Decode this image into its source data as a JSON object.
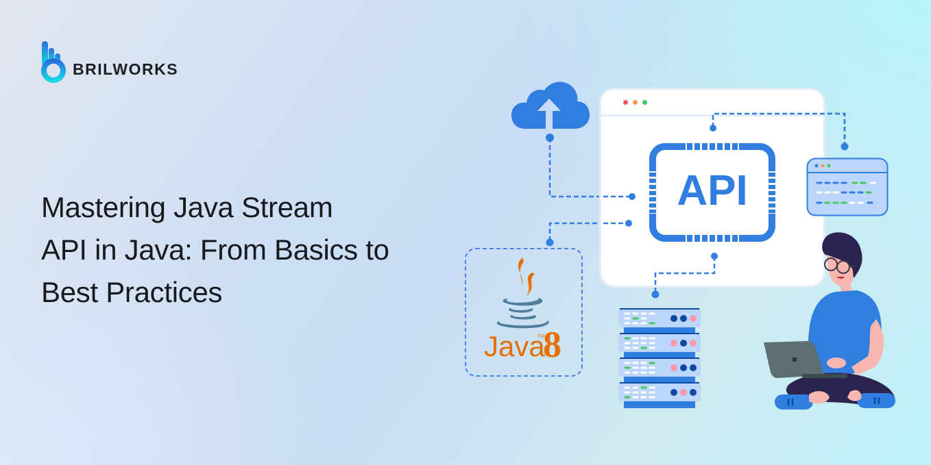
{
  "brand": {
    "name": "BRILWORKS",
    "logo_icon": "brilworks-hand-b-icon",
    "logo_gradient": [
      "#2a7de1",
      "#17d3e6"
    ]
  },
  "headline": {
    "line1": "Mastering Java Stream",
    "line2": "API in Java: From Basics to",
    "line3": "Best Practices"
  },
  "illustration": {
    "api_label": "API",
    "java_logo": {
      "wordmark": "Java",
      "trademark": "TM",
      "version": "8"
    },
    "cloud_icon": "cloud-upload-icon",
    "window_dots": [
      "#f0536e",
      "#f59a4e",
      "#43c95c"
    ],
    "server_rack_units": 4,
    "mini_window_icon": "code-window-icon",
    "person": "developer-with-laptop-illustration"
  },
  "colors": {
    "accent_blue": "#2f7ee0",
    "dark_blue": "#0b4aa0",
    "java_orange": "#e76f00",
    "java_blue": "#4f7d9e",
    "text_dark": "#17191c"
  }
}
